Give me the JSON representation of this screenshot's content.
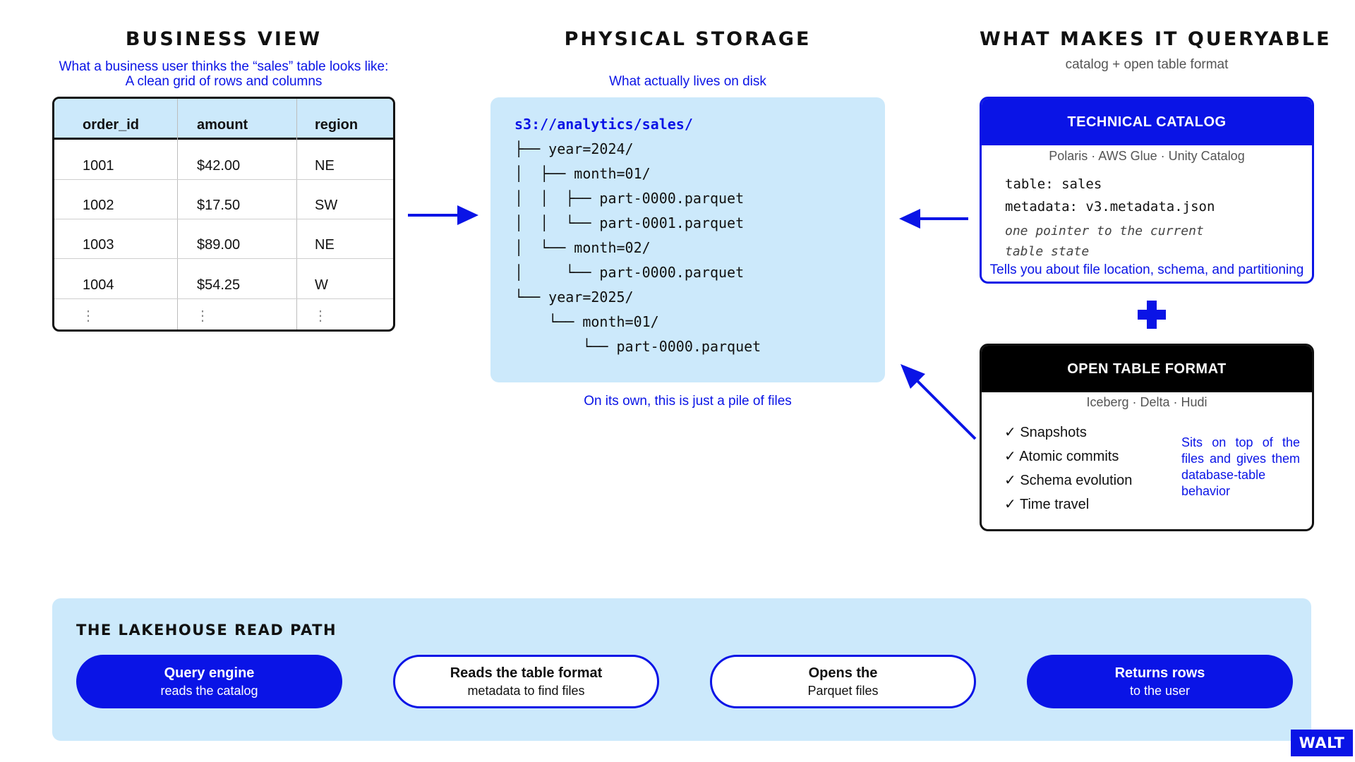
{
  "business_view": {
    "title": "BUSINESS VIEW",
    "subtitle_line1": "What a business user thinks the “sales” table looks like:",
    "subtitle_line2": "A clean grid of rows and columns",
    "columns": [
      "order_id",
      "amount",
      "region"
    ],
    "rows": [
      [
        "1001",
        "$42.00",
        "NE"
      ],
      [
        "1002",
        "$17.50",
        "SW"
      ],
      [
        "1003",
        "$89.00",
        "NE"
      ],
      [
        "1004",
        "$54.25",
        "W"
      ]
    ],
    "ellipsis": "⋮"
  },
  "physical_storage": {
    "title": "PHYSICAL STORAGE",
    "subtitle": "What actually lives on disk",
    "root": "s3://analytics/sales/",
    "tree": [
      "├── year=2024/",
      "│  ├── month=01/",
      "│  │  ├── part-0000.parquet",
      "│  │  └── part-0001.parquet",
      "│  └── month=02/",
      "│     └── part-0000.parquet",
      "└── year=2025/",
      "    └── month=01/",
      "        └── part-0000.parquet"
    ],
    "caption": "On its own, this is just a pile of files"
  },
  "queryable": {
    "title": "WHAT MAKES IT QUERYABLE",
    "subtitle": "catalog + open table format",
    "catalog": {
      "heading": "TECHNICAL CATALOG",
      "products": "Polaris · AWS Glue · Unity Catalog",
      "line1": "table: sales",
      "line2": "metadata: v3.metadata.json",
      "comment1": "one pointer to the current",
      "comment2": "table state",
      "note": "Tells you about file location, schema, and partitioning"
    },
    "plus": "+",
    "format": {
      "heading": "OPEN TABLE FORMAT",
      "products": "Iceberg · Delta · Hudi",
      "features": [
        "Snapshots",
        "Atomic commits",
        "Schema evolution",
        "Time travel"
      ],
      "check": "✓",
      "note": "Sits on top of the files and gives them database-table behavior"
    }
  },
  "read_path": {
    "title": "THE LAKEHOUSE READ PATH",
    "steps": [
      {
        "line1": "Query engine",
        "line2": "reads the catalog"
      },
      {
        "line1": "Reads the table format",
        "line2": "metadata to find files"
      },
      {
        "line1": "Opens the",
        "line2": "Parquet files"
      },
      {
        "line1": "Returns rows",
        "line2": "to the user"
      }
    ]
  },
  "brand": "WALT",
  "colors": {
    "accent": "#0a14e6",
    "light_blue": "#cce9fb",
    "black": "#000000"
  }
}
